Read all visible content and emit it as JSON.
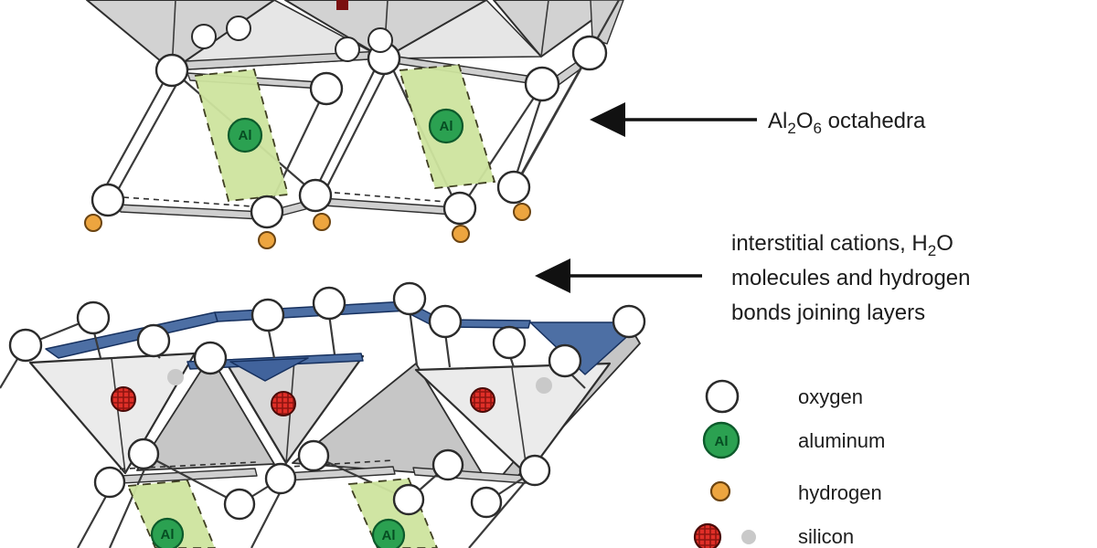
{
  "labels": {
    "octahedra": {
      "al": "Al",
      "sub_2": "2",
      "o": "O",
      "sub_6": "6",
      "rest": " octahedra"
    },
    "interlayer": {
      "line1_pre": "interstitial cations, H",
      "line1_sub": "2",
      "line1_post": "O",
      "line2": "molecules and hydrogen",
      "line3": "bonds joining layers"
    }
  },
  "atoms": {
    "aluminum_symbol": "Al"
  },
  "legend": {
    "items": [
      {
        "name": "oxygen",
        "label": "oxygen",
        "fill": "#ffffff",
        "stroke": "#2b2b2b"
      },
      {
        "name": "aluminum",
        "label": "aluminum",
        "symbol": "Al",
        "fill": "#2ba151",
        "stroke": "#0c5a2b"
      },
      {
        "name": "hydrogen",
        "label": "hydrogen",
        "fill": "#eda53f",
        "stroke": "#6b4412"
      },
      {
        "name": "silicon",
        "label": "silicon",
        "fill": "#e02f28",
        "stroke": "#4a0b08",
        "alt_fill": "#c9c9c9"
      }
    ]
  },
  "colors": {
    "octahedra_band": "#cde49e",
    "tetrahedra_basal_face": "#4d6fa4",
    "structure_gray": "#d8d8d8",
    "arrow": "#111111",
    "background": "#ffffff"
  }
}
